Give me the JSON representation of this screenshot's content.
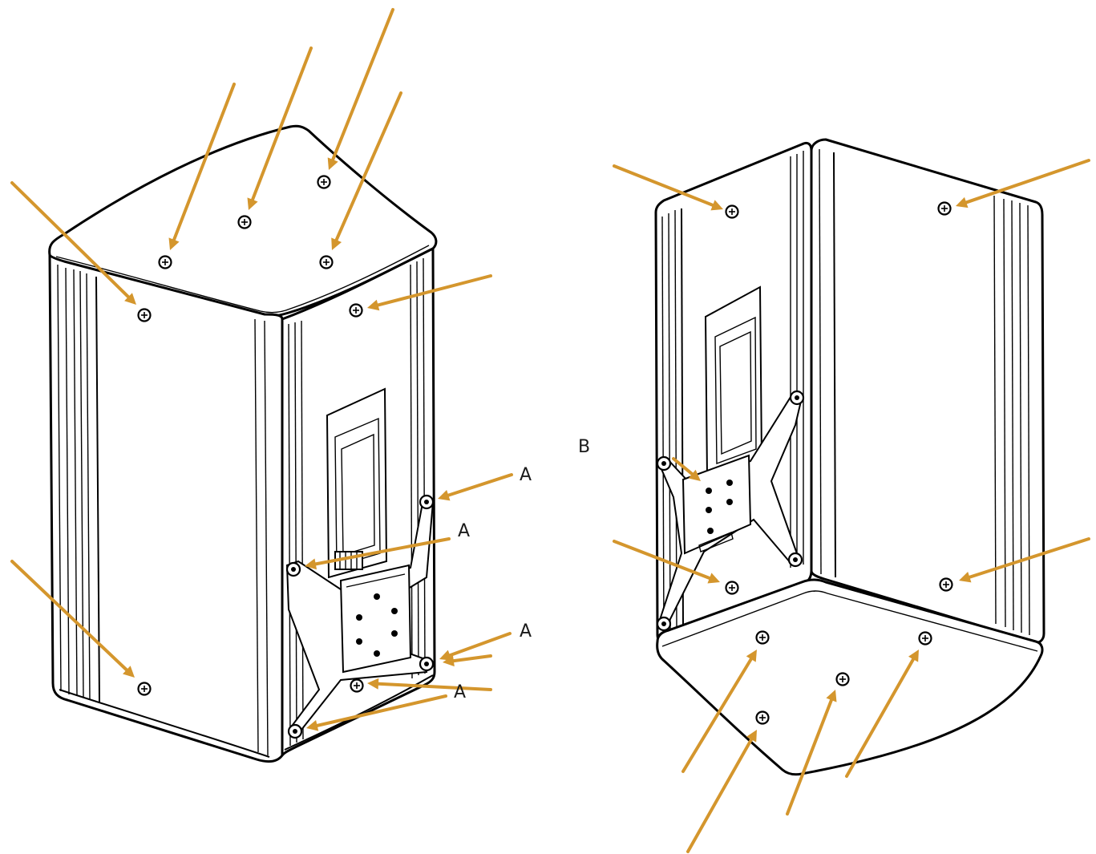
{
  "diagram": {
    "callout_labels": {
      "a1": "A",
      "a2": "A",
      "a3": "A",
      "a4": "A",
      "b": "B"
    },
    "colors": {
      "arrow": "#D4962D",
      "line": "#000000",
      "background": "#FFFFFF"
    }
  }
}
